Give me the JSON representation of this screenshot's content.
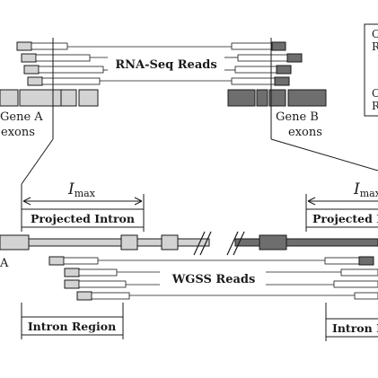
{
  "colors": {
    "gene_a": "#d3d3d3",
    "gene_b": "#6e6e6e",
    "outline": "#1a1a1a",
    "background": "#ffffff"
  },
  "labels": {
    "rna_reads": "RNA-Seq Reads",
    "gene_a_line1": "Gene A",
    "gene_a_line2": "exons",
    "gene_b_line1": "Gene B",
    "gene_b_line2": "exons",
    "imax": "I",
    "imax_sub": "max",
    "projected_intron": "Projected Intron",
    "wgss_reads": "WGSS Reads",
    "intron_region": "Intron Region",
    "gene_a_short": "A",
    "legend_letter1": "C",
    "legend_letter2": "R",
    "legend_letter3": "C",
    "legend_letter4": "R"
  }
}
